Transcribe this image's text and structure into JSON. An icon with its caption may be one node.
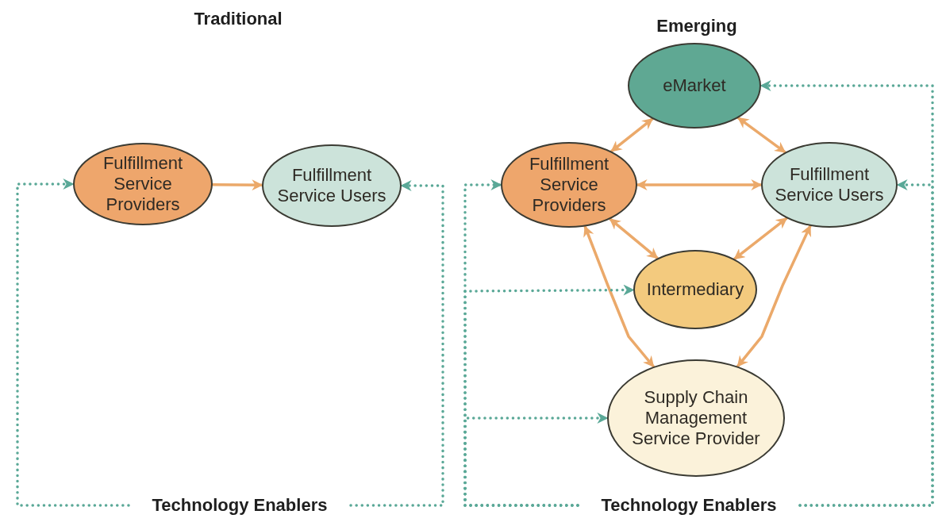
{
  "diagram": {
    "nodes": [
      {
        "text": [
          "Fulfillment Service Providers"
        ]
      },
      {
        "text": [
          "Fulfillment Service Users"
        ]
      },
      {
        "text": [
          "Technology Enablers"
        ]
      },
      {
        "text": [
          "eMarket"
        ]
      },
      {
        "text": [
          "Fulfillment Service Providers"
        ]
      },
      {
        "text": [
          "Fulfillment Service Users"
        ]
      },
      {
        "text": [
          "Intermediary"
        ]
      },
      {
        "text": [
          "Supply Chain Management Service Provider"
        ]
      },
      {
        "text": [
          "Technology Enablers"
        ]
      }
    ],
    "edges": [
      {
        "from": 0,
        "to": 1,
        "arrow": "to"
      },
      {
        "from": 2,
        "to": 0,
        "arrow": "to",
        "style": "dashed",
        "color": "#5aa897"
      },
      {
        "from": 2,
        "to": 1,
        "arrow": "to",
        "style": "dashed",
        "color": "#5aa897"
      },
      {
        "from": 4,
        "to": 3,
        "arrow": "both"
      },
      {
        "from": 3,
        "to": 5,
        "arrow": "both"
      },
      {
        "from": 4,
        "to": 5,
        "arrow": "both"
      },
      {
        "from": 4,
        "to": 6,
        "arrow": "both"
      },
      {
        "from": 6,
        "to": 5,
        "arrow": "both"
      },
      {
        "from": 4,
        "to": 7,
        "arrow": "both"
      },
      {
        "from": 7,
        "to": 5,
        "arrow": "both"
      },
      {
        "from": 8,
        "to": 4,
        "arrow": "to",
        "style": "dashed",
        "color": "#5aa897"
      },
      {
        "from": 8,
        "to": 6,
        "arrow": "to",
        "style": "dashed",
        "color": "#5aa897"
      },
      {
        "from": 8,
        "to": 7,
        "arrow": "to",
        "style": "dashed",
        "color": "#5aa897"
      },
      {
        "from": 8,
        "to": 5,
        "arrow": "to",
        "style": "dashed",
        "color": "#5aa897"
      },
      {
        "from": 8,
        "to": 3,
        "arrow": "to",
        "style": "dashed",
        "color": "#5aa897"
      }
    ],
    "labels": [
      "Traditional",
      "Emerging"
    ]
  }
}
